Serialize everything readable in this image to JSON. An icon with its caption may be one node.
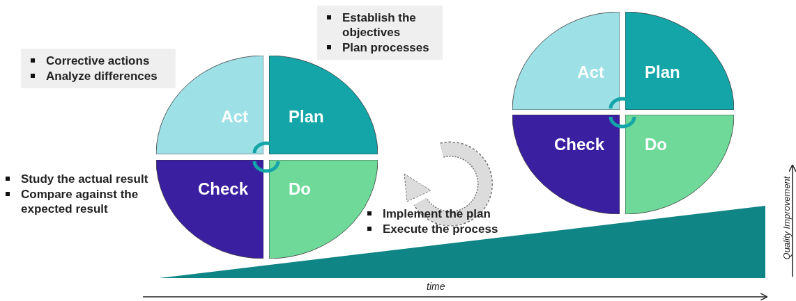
{
  "diagram": {
    "nodes": [
      {
        "text": [
          "Establish the objectives",
          "Plan processes"
        ]
      },
      {
        "text": [
          "Corrective actions",
          "Analyze differences"
        ]
      },
      {
        "text": [
          "Act"
        ]
      },
      {
        "text": [
          "Plan"
        ]
      },
      {
        "text": [
          "Check"
        ]
      },
      {
        "text": [
          "Do"
        ]
      },
      {
        "text": [
          "Act"
        ]
      },
      {
        "text": [
          "Plan"
        ]
      },
      {
        "text": [
          "Check"
        ]
      },
      {
        "text": [
          "Do"
        ]
      }
    ],
    "labels": [
      "Study the actual result",
      "Compare against the expected result",
      "Implement the plan",
      "Execute the process",
      "Quality Improvement",
      "time"
    ]
  }
}
